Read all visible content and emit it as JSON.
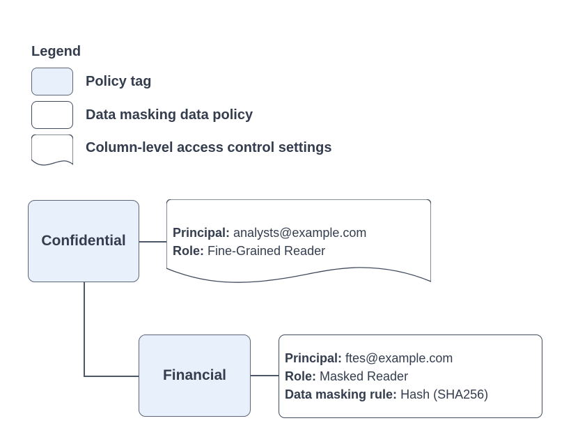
{
  "colors": {
    "policy_tag_fill": "#e8f0fb",
    "policy_tag_border": "#5b6577",
    "shape_border": "#414b5e",
    "text": "#343d4e",
    "connector": "#4d5666",
    "background": "#ffffff"
  },
  "legend": {
    "title": "Legend",
    "items": [
      {
        "shape": "policy-tag",
        "label": "Policy tag"
      },
      {
        "shape": "data-masking-data-policy",
        "label": "Data masking data policy"
      },
      {
        "shape": "column-level-access-control-settings",
        "label": "Column-level access control settings"
      }
    ]
  },
  "diagram": {
    "policy_tags": [
      {
        "id": "confidential",
        "label": "Confidential"
      },
      {
        "id": "financial",
        "label": "Financial"
      }
    ],
    "confidential_access_settings": {
      "lines": [
        {
          "label": "Principal:",
          "value": " analysts@example.com"
        },
        {
          "label": "Role:",
          "value": " Fine-Grained Reader"
        }
      ]
    },
    "financial_data_policy": {
      "lines": [
        {
          "label": "Principal:",
          "value": " ftes@example.com"
        },
        {
          "label": "Role:",
          "value": " Masked Reader"
        },
        {
          "label": "Data masking rule:",
          "value": " Hash (SHA256)"
        }
      ]
    }
  }
}
